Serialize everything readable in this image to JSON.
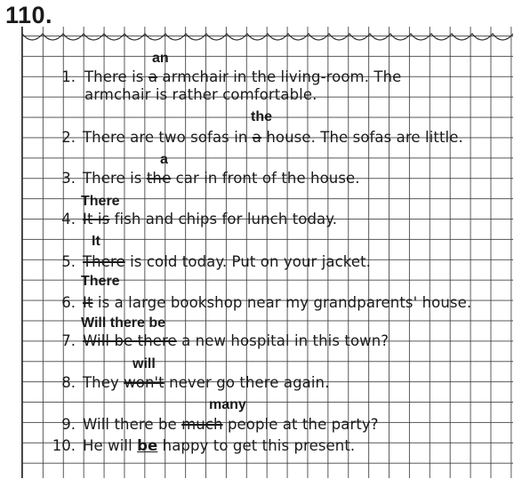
{
  "exercise": {
    "number": "110."
  },
  "sentences": [
    {
      "num": "1.",
      "line1": {
        "a": "There is ",
        "strike": "a",
        "b": " armchair in the living-room. The"
      },
      "line2": "armchair is rather comfortable.",
      "correction": "an"
    },
    {
      "num": "2.",
      "a": "There are two sofas in ",
      "strike": "a",
      "b": " house. The sofas are little.",
      "correction": "the"
    },
    {
      "num": "3.",
      "a": "There is ",
      "strike": "the",
      "b": " car in front of the house.",
      "correction": "a"
    },
    {
      "num": "4.",
      "a": "",
      "strike": "It is",
      "b": " fish and chips for lunch today.",
      "correction": "There"
    },
    {
      "num": "5.",
      "a": "",
      "strike": "There",
      "b": " is cold today. Put on your jacket.",
      "correction": "It"
    },
    {
      "num": "6.",
      "a": "",
      "strike": "It",
      "b": " is a large bookshop near my grandparents' house.",
      "correction": "There"
    },
    {
      "num": "7.",
      "a": "",
      "strike": "Will be there",
      "b": " a new hospital in this town?",
      "correction": "Will there be"
    },
    {
      "num": "8.",
      "a": "They ",
      "strike": "won't",
      "b": " never go there again.",
      "correction": "will"
    },
    {
      "num": "9.",
      "a": "Will there be ",
      "strike": "much",
      "b": " people at the party?",
      "correction": "many"
    },
    {
      "num": "10.",
      "a": "He will ",
      "underline": "be",
      "b": " happy to get this present."
    }
  ]
}
